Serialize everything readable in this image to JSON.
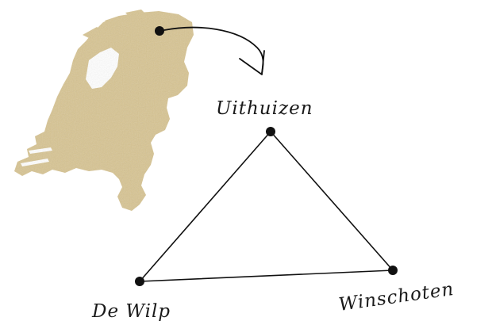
{
  "map": {
    "region_color": "#d8c592",
    "region_shadow": "#c4ae76"
  },
  "labels": {
    "top": "Uithuizen",
    "bottom_left": "De Wilp",
    "bottom_right": "Winschoten"
  },
  "line_color": "#111111",
  "node_color": "#111111"
}
